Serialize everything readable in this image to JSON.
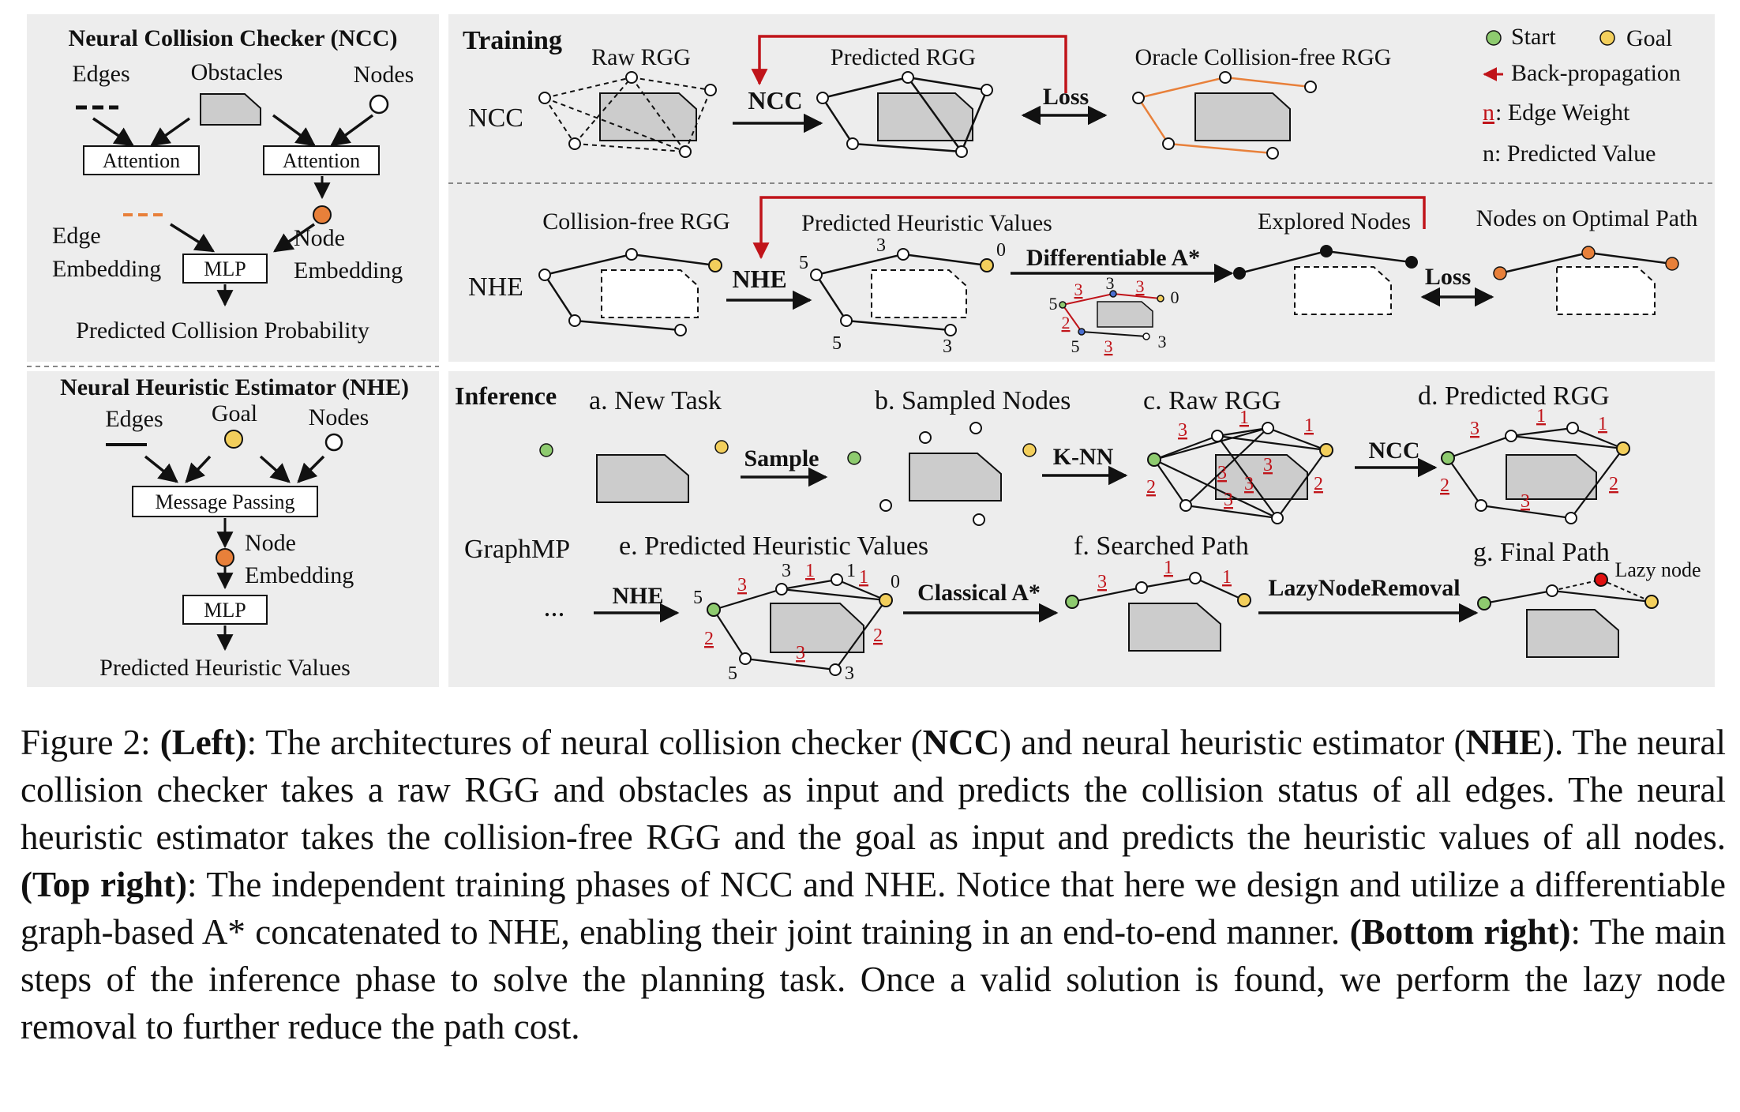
{
  "left": {
    "ncc": {
      "title": "Neural Collision Checker (NCC)",
      "edges": "Edges",
      "obstacles": "Obstacles",
      "nodes": "Nodes",
      "attention1": "Attention",
      "attention2": "Attention",
      "edge_embedding_1": "Edge",
      "edge_embedding_2": "Embedding",
      "mlp": "MLP",
      "node_embedding_1": "Node",
      "node_embedding_2": "Embedding",
      "output": "Predicted Collision Probability"
    },
    "nhe": {
      "title": "Neural Heuristic Estimator (NHE)",
      "edges": "Edges",
      "goal": "Goal",
      "nodes": "Nodes",
      "message_passing": "Message Passing",
      "node_embedding_1": "Node",
      "node_embedding_2": "Embedding",
      "mlp": "MLP",
      "output": "Predicted Heuristic Values"
    }
  },
  "training": {
    "title": "Training",
    "ncc_row_label": "NCC",
    "raw_rgg": "Raw RGG",
    "ncc_arrow": "NCC",
    "predicted_rgg": "Predicted RGG",
    "loss1": "Loss",
    "oracle": "Oracle Collision-free RGG",
    "nhe_row_label": "NHE",
    "collision_free": "Collision-free RGG",
    "nhe_arrow": "NHE",
    "predicted_heuristic": "Predicted Heuristic Values",
    "diff_astar": "Differentiable A*",
    "explored_nodes": "Explored Nodes",
    "loss2": "Loss",
    "optimal_path": "Nodes on Optimal Path",
    "h_values": {
      "a": "3",
      "b": "0",
      "c": "5",
      "d": "5",
      "e": "3"
    },
    "small_values": {
      "a": "3",
      "b": "3",
      "c": "3",
      "d": "0",
      "e": "5",
      "f": "2",
      "g": "5",
      "h": "3",
      "i": "3"
    }
  },
  "legend": {
    "start": "Start",
    "goal": "Goal",
    "backprop": "Back-propagation",
    "edge_weight_n": "n",
    "edge_weight": ": Edge Weight",
    "predicted_value": "n: Predicted Value"
  },
  "inference": {
    "title": "Inference",
    "graphmp": "GraphMP",
    "a_new_task": "a. New Task",
    "sample": "Sample",
    "b_sampled": "b. Sampled Nodes",
    "knn": "K-NN",
    "c_raw": "c. Raw RGG",
    "ncc": "NCC",
    "d_predicted": "d. Predicted RGG",
    "ellipsis": "...",
    "nhe": "NHE",
    "e_heuristic": "e. Predicted Heuristic Values",
    "classical_astar": "Classical A*",
    "f_searched": "f. Searched Path",
    "lazy": "LazyNodeRemoval",
    "g_final": "g. Final Path",
    "lazy_node": "Lazy node",
    "weights": {
      "one": "1",
      "two": "2",
      "three": "3"
    },
    "e_values": {
      "v5": "5",
      "v3": "3",
      "v1": "1",
      "v0": "0"
    }
  },
  "caption": {
    "fig": "Figure 2: ",
    "left_label": "(Left)",
    "p1": ": The architectures of neural collision checker (",
    "ncc": "NCC",
    "p2": ") and neural heuristic estimator (",
    "nhe": "NHE",
    "p3": "). The neural collision checker takes a raw RGG and obstacles as input and predicts the collision status of all edges. The neural heuristic estimator takes the collision-free RGG and the goal as input and predicts the heuristic values of all nodes. ",
    "top_right": "(Top right)",
    "p4": ": The independent training phases of NCC and NHE. Notice that here we design and utilize a differentiable graph-based A* concatenated to NHE, enabling their joint training in an end-to-end manner. ",
    "bottom_right": "(Bottom right)",
    "p5": ": The main steps of the inference phase to solve the planning task. Once a valid solution is found, we perform the lazy node removal to further reduce the path cost."
  },
  "colors": {
    "panel": "#ededed",
    "obstacle": "#cccccc",
    "orange": "#e8803a",
    "red": "#c0141a",
    "start_green": "#8ecb6f",
    "goal_yellow": "#f3cf5c",
    "lazy_red": "#e01010"
  }
}
